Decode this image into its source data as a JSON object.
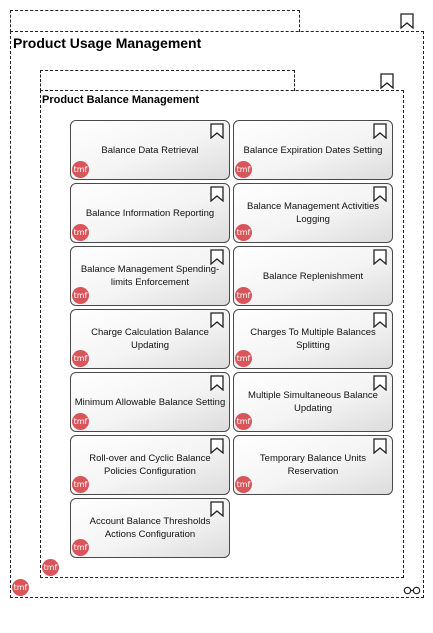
{
  "outer_group": {
    "title": "Product Usage Management",
    "icon": "bookmark-icon",
    "badge": "tmf",
    "link_icon": "link-icon"
  },
  "inner_group": {
    "title": "Product Balance Management",
    "icon": "bookmark-icon",
    "badge": "tmf"
  },
  "functions": [
    {
      "label": "Balance Data Retrieval",
      "badge": "tmf",
      "icon": "bookmark-icon"
    },
    {
      "label": "Balance Expiration Dates Setting",
      "badge": "tmf",
      "icon": "bookmark-icon"
    },
    {
      "label": "Balance Information Reporting",
      "badge": "tmf",
      "icon": "bookmark-icon"
    },
    {
      "label": "Balance Management Activities Logging",
      "badge": "tmf",
      "icon": "bookmark-icon"
    },
    {
      "label": "Balance Management Spending-limits Enforcement",
      "badge": "tmf",
      "icon": "bookmark-icon"
    },
    {
      "label": "Balance Replenishment",
      "badge": "tmf",
      "icon": "bookmark-icon"
    },
    {
      "label": "Charge Calculation Balance Updating",
      "badge": "tmf",
      "icon": "bookmark-icon"
    },
    {
      "label": "Charges To Multiple Balances Splitting",
      "badge": "tmf",
      "icon": "bookmark-icon"
    },
    {
      "label": "Minimum Allowable Balance Setting",
      "badge": "tmf",
      "icon": "bookmark-icon"
    },
    {
      "label": "Multiple Simultaneous Balance Updating",
      "badge": "tmf",
      "icon": "bookmark-icon"
    },
    {
      "label": "Roll-over and Cyclic Balance Policies Configuration",
      "badge": "tmf",
      "icon": "bookmark-icon"
    },
    {
      "label": "Temporary Balance Units Reservation",
      "badge": "tmf",
      "icon": "bookmark-icon"
    },
    {
      "label": "Account Balance Thresholds Actions Configuration",
      "badge": "tmf",
      "icon": "bookmark-icon"
    }
  ]
}
